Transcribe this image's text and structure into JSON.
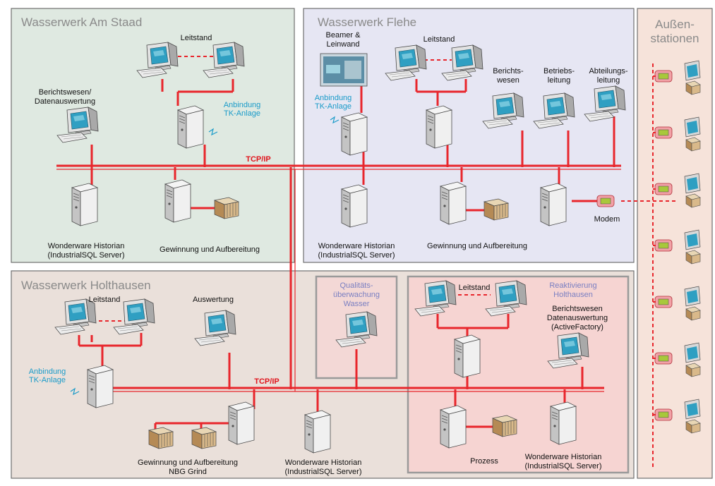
{
  "colors": {
    "network": "#e8262c",
    "am_staad_bg": "#dfe9e1",
    "flehe_bg": "#e6e6f3",
    "holthausen_bg": "#eae0da",
    "quality_bg": "#f3d8d6",
    "reactivation_bg": "#f6d4d2",
    "outstations_bg": "#f6e3da",
    "border": "#6f6f6f",
    "inner_border": "#9a9a9a",
    "blue_label": "#1a9bc9",
    "purple_label": "#7a7fc2"
  },
  "regions": {
    "am_staad": {
      "title": "Wasserwerk Am Staad"
    },
    "flehe": {
      "title": "Wasserwerk Flehe"
    },
    "holthausen": {
      "title": "Wasserwerk Holthausen"
    },
    "quality": {
      "title_line1": "Qualitäts-",
      "title_line2": "überwachung",
      "title_line3": "Wasser"
    },
    "reactivation": {
      "title_line1": "Reaktivierung",
      "title_line2": "Holthausen"
    },
    "outstations": {
      "title_line1": "Außen-",
      "title_line2": "stationen"
    }
  },
  "labels": {
    "am_staad": {
      "leitstand": "Leitstand",
      "bericht_line1": "Berichtswesen/",
      "bericht_line2": "Datenauswertung",
      "tk_line1": "Anbindung",
      "tk_line2": "TK-Anlage",
      "tcpip": "TCP/IP",
      "historian_line1": "Wonderware Historian",
      "historian_line2": "(IndustrialSQL Server)",
      "gewinnung": "Gewinnung und Aufbereitung"
    },
    "flehe": {
      "beamer_line1": "Beamer &",
      "beamer_line2": "Leinwand",
      "leitstand": "Leitstand",
      "tk_line1": "Anbindung",
      "tk_line2": "TK-Anlage",
      "berichts_line1": "Berichts-",
      "berichts_line2": "wesen",
      "betriebs_line1": "Betriebs-",
      "betriebs_line2": "leitung",
      "abteilungs_line1": "Abteilungs-",
      "abteilungs_line2": "leitung",
      "historian_line1": "Wonderware Historian",
      "historian_line2": "(IndustrialSQL Server)",
      "gewinnung": "Gewinnung und Aufbereitung",
      "modem": "Modem"
    },
    "holthausen": {
      "leitstand": "Leitstand",
      "auswertung": "Auswertung",
      "tk_line1": "Anbindung",
      "tk_line2": "TK-Anlage",
      "tcpip": "TCP/IP",
      "gewinnung_line1": "Gewinnung und Aufbereitung",
      "gewinnung_line2": "NBG Grind",
      "historian_line1": "Wonderware Historian",
      "historian_line2": "(IndustrialSQL Server)"
    },
    "reactivation": {
      "leitstand": "Leitstand",
      "bericht_line1": "Berichtswesen",
      "bericht_line2": "Datenauswertung",
      "bericht_line3": "(ActiveFactory)",
      "prozess": "Prozess",
      "historian_line1": "Wonderware Historian",
      "historian_line2": "(IndustrialSQL Server)"
    }
  }
}
